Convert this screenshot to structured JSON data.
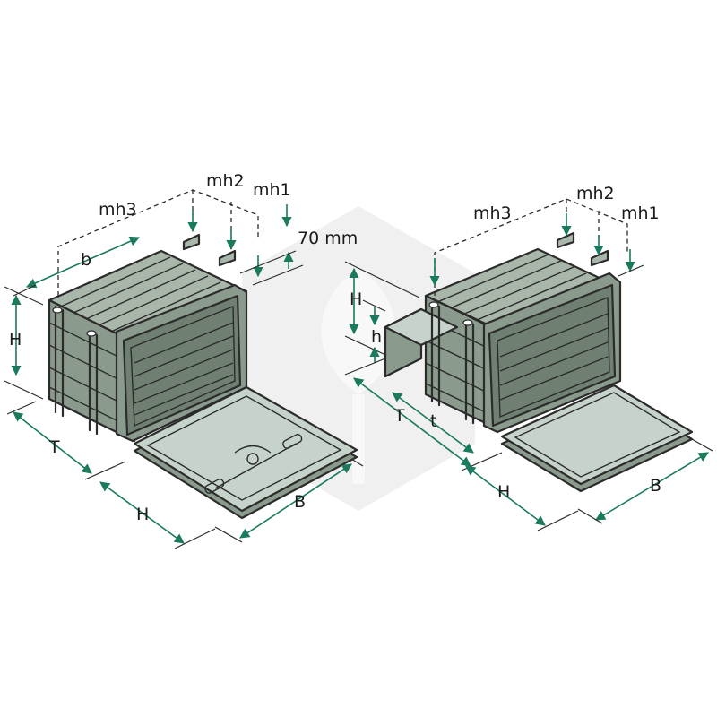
{
  "labels": {
    "left_mh3": "mh3",
    "left_mh2": "mh2",
    "left_mh1": "mh1",
    "left_70mm": "70  mm",
    "left_b": "b",
    "left_H_side": "H",
    "left_T": "T",
    "left_H_bottom": "H",
    "left_B": "B",
    "right_mh3": "mh3",
    "right_mh2": "mh2",
    "right_mh1": "mh1",
    "right_H": "H",
    "right_h": "h",
    "right_T": "T",
    "right_t": "t",
    "right_H_bottom": "H",
    "right_B": "B"
  },
  "colors": {
    "box_fill": "#8a9a8d",
    "box_shade": "#6f8072",
    "box_light": "#a9b7ab",
    "interior": "#b9cbc0",
    "lid_fill": "#c6d3ca",
    "arrow": "#1a7a5e",
    "watermark": "#e6e6e6"
  }
}
